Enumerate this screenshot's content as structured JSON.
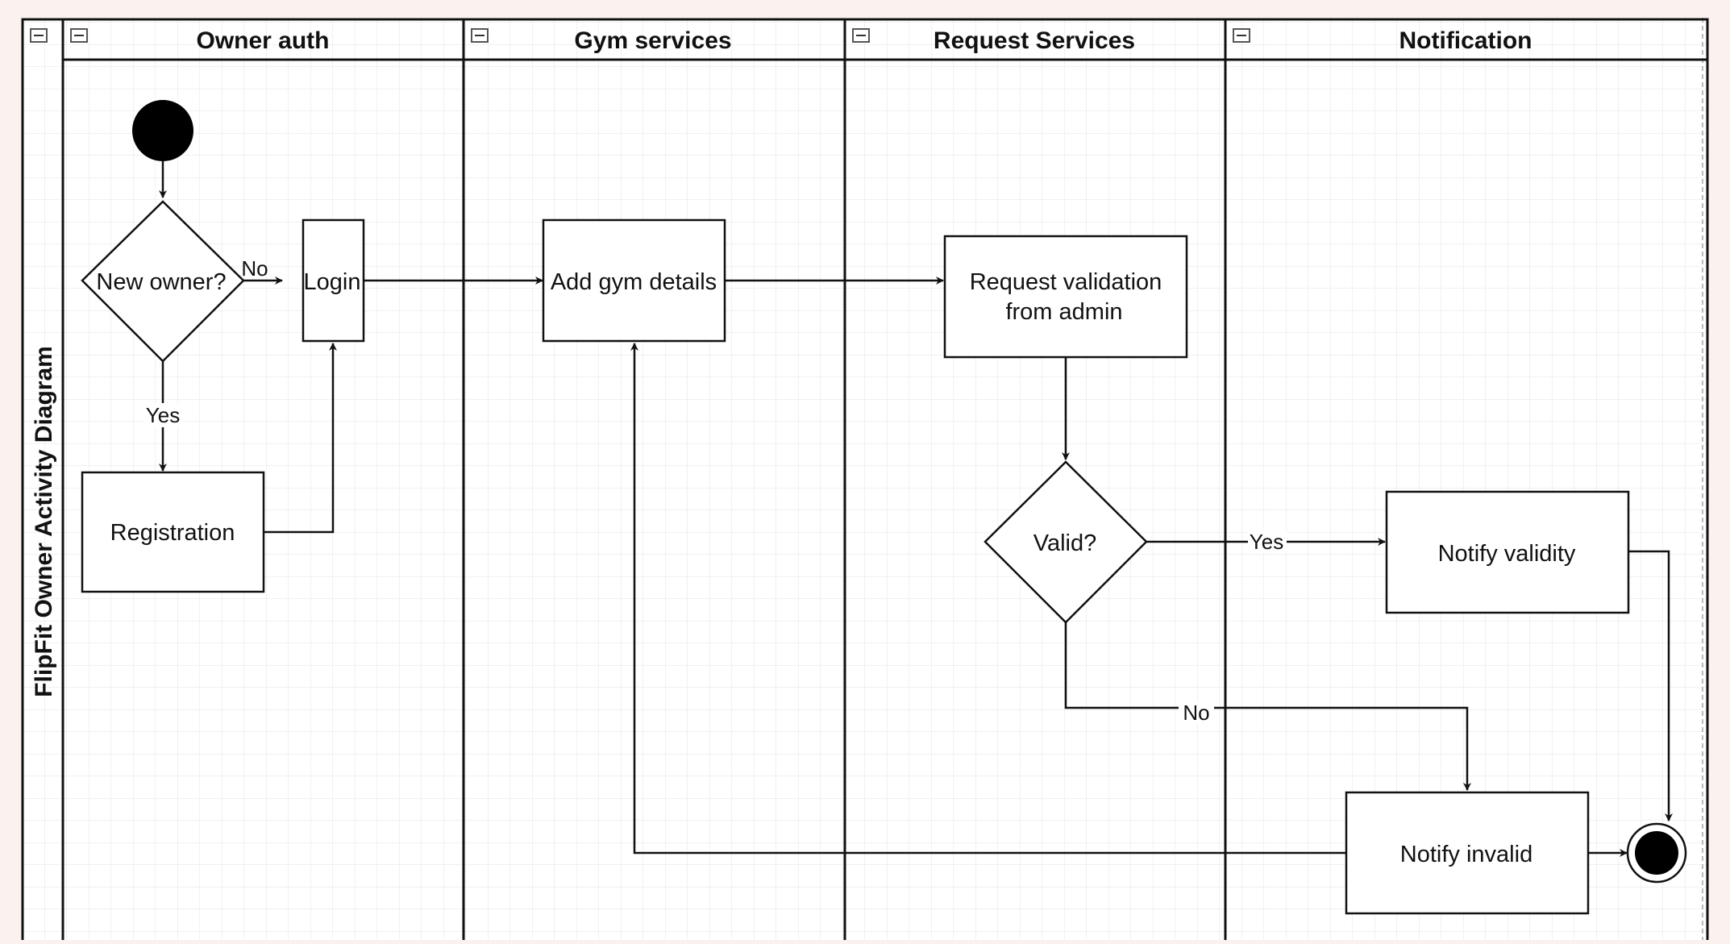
{
  "diagram": {
    "title": "FlipFit Owner Activity Diagram",
    "lanes": [
      {
        "id": "owner",
        "label": "Owner auth"
      },
      {
        "id": "gym",
        "label": "Gym services"
      },
      {
        "id": "request",
        "label": "Request Services"
      },
      {
        "id": "notify",
        "label": "Notification"
      }
    ],
    "nodes": {
      "new_owner": "New owner?",
      "login": "Login",
      "registration": "Registration",
      "add_gym": "Add gym details",
      "request_validation_l1": "Request validation",
      "request_validation_l2": "from admin",
      "valid": "Valid?",
      "notify_validity": "Notify validity",
      "notify_invalid": "Notify invalid"
    },
    "edge_labels": {
      "no_1": "No",
      "yes_1": "Yes",
      "yes_2": "Yes",
      "no_2": "No"
    },
    "colors": {
      "background": "#fbf1ee",
      "canvas": "#ffffff",
      "grid": "#e3e3e3",
      "stroke": "#111111"
    }
  }
}
